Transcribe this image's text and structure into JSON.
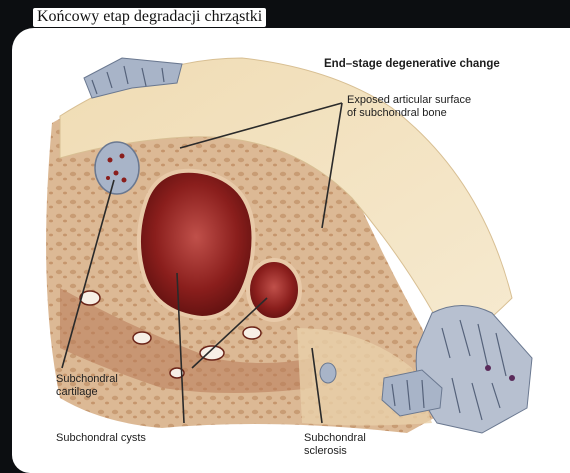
{
  "slide_title": "Końcowy etap degradacji chrząstki",
  "figure": {
    "heading": "End–stage degenerative change",
    "labels": {
      "exposed_line1": "Exposed articular surface",
      "exposed_line2": "of subchondral bone",
      "cartilage_line1": "Subchondral",
      "cartilage_line2": "cartilage",
      "cysts": "Subchondral cysts",
      "sclerosis_line1": "Subchondral",
      "sclerosis_line2": "sclerosis"
    }
  },
  "colors": {
    "bone_surface": "#f3e4c2",
    "bone_cut": "#d9b48c",
    "cyst": "#8a1e1c",
    "cartilage": "#a8b4c8",
    "leader_line": "#2a2a2a"
  }
}
